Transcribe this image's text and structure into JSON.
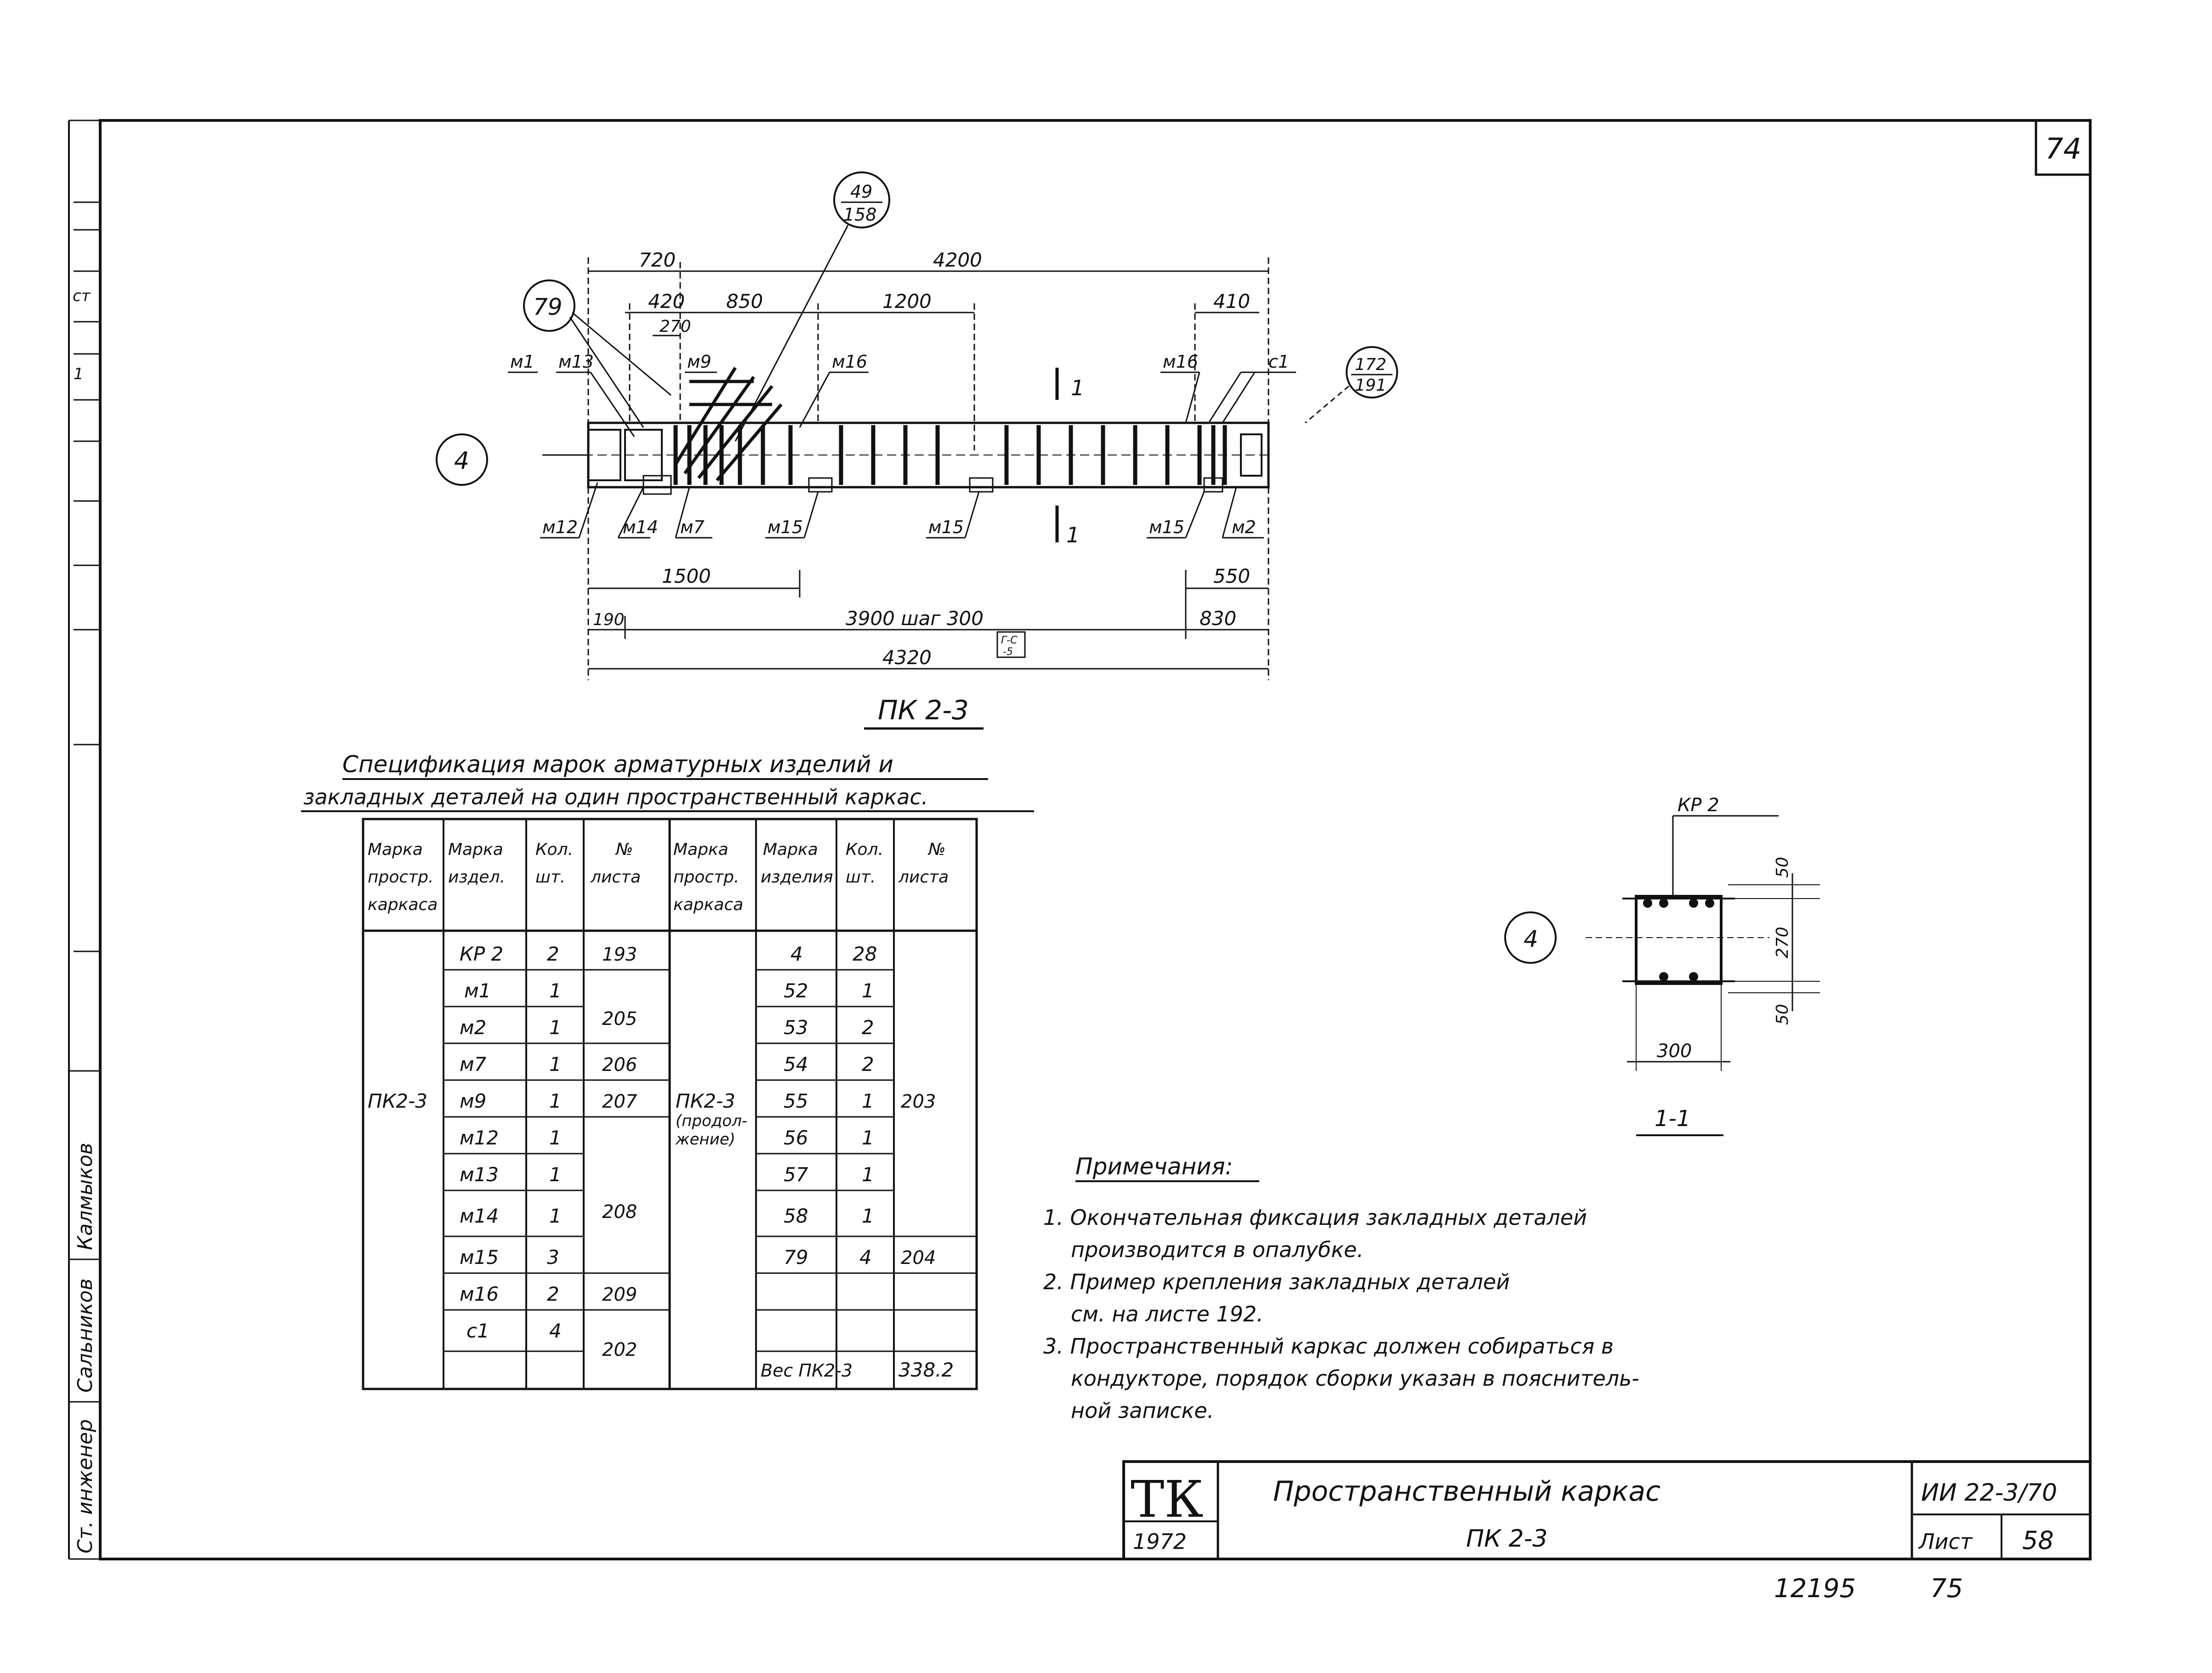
{
  "sheet_number": "74",
  "main_drawing": {
    "title": "ПК 2-3",
    "dims_top": [
      "720",
      "4200",
      "420",
      "850",
      "1200",
      "410",
      "270"
    ],
    "dims_bottom": [
      "1500",
      "550",
      "190",
      "3900 шаг 300",
      "830",
      "4320"
    ],
    "section_marks": [
      "1",
      "1"
    ],
    "labels": {
      "m1": "м1",
      "m13": "м13",
      "m9": "м9",
      "m16a": "м16",
      "m16b": "м16",
      "c1": "с1",
      "m12": "м12",
      "m14": "м14",
      "m7": "м7",
      "m15a": "м15",
      "m15b": "м15",
      "m15c": "м15",
      "m2": "м2"
    },
    "callouts": {
      "axis4": "4",
      "node79": "79",
      "ref_top": "49",
      "ref_bottom": "158",
      "ref2_top": "172",
      "ref2_bottom": "191",
      "small_box": "Г-С\n-5"
    }
  },
  "section_view": {
    "title": "1-1",
    "kp_label": "КР 2",
    "axis": "4",
    "dims": [
      "50",
      "270",
      "50",
      "300"
    ]
  },
  "specification": {
    "title_line1": "Спецификация марок арматурных изделий и",
    "title_line2": "закладных деталей на один пространственный каркас.",
    "headers_left": [
      "Марка простр. каркаса",
      "Марка издел.",
      "Кол. шт.",
      "№ листа"
    ],
    "headers_right": [
      "Марка простр. каркаса",
      "Марка изделия",
      "Кол. шт.",
      "№ листа"
    ],
    "left_frame_mark": "ПК2-3",
    "left_rows": [
      {
        "mark": "КР 2",
        "qty": "2"
      },
      {
        "mark": "м1",
        "qty": "1"
      },
      {
        "mark": "м2",
        "qty": "1"
      },
      {
        "mark": "м7",
        "qty": "1"
      },
      {
        "mark": "м9",
        "qty": "1"
      },
      {
        "mark": "м12",
        "qty": "1"
      },
      {
        "mark": "м13",
        "qty": "1"
      },
      {
        "mark": "м14",
        "qty": "1"
      },
      {
        "mark": "м15",
        "qty": "3"
      },
      {
        "mark": "м16",
        "qty": "2"
      },
      {
        "mark": "с1",
        "qty": "4"
      }
    ],
    "left_sheets": [
      "193",
      "205",
      "206",
      "207",
      "208",
      "209",
      "202"
    ],
    "right_frame_mark": "ПК2-3 (продол- жение)",
    "right_rows": [
      {
        "mark": "4",
        "qty": "28"
      },
      {
        "mark": "52",
        "qty": "1"
      },
      {
        "mark": "53",
        "qty": "2"
      },
      {
        "mark": "54",
        "qty": "2"
      },
      {
        "mark": "55",
        "qty": "1"
      },
      {
        "mark": "56",
        "qty": "1"
      },
      {
        "mark": "57",
        "qty": "1"
      },
      {
        "mark": "58",
        "qty": "1"
      },
      {
        "mark": "79",
        "qty": "4"
      }
    ],
    "right_sheets": [
      "203",
      "204"
    ],
    "weight_label": "Вес ПК2-3",
    "weight_value": "338.2"
  },
  "notes": {
    "title": "Примечания:",
    "items": [
      "1. Окончательная фиксация закладных деталей",
      "производится в опалубке.",
      "2. Пример крепления закладных деталей",
      "см. на листе 192.",
      "3. Пространственный каркас должен собираться в",
      "кондукторе, порядок сборки указан в пояснитель-",
      "ной записке."
    ]
  },
  "title_block": {
    "logo": "ТК",
    "year": "1972",
    "title_line1": "Пространственный каркас",
    "title_line2": "ПК 2-3",
    "series": "ИИ 22-3/70",
    "sheet_label": "Лист",
    "sheet_number": "58"
  },
  "side_stamp": [
    "Ст. инженер",
    "Сальников",
    "Калмыков"
  ],
  "bottom_numbers": [
    "12195",
    "75"
  ]
}
